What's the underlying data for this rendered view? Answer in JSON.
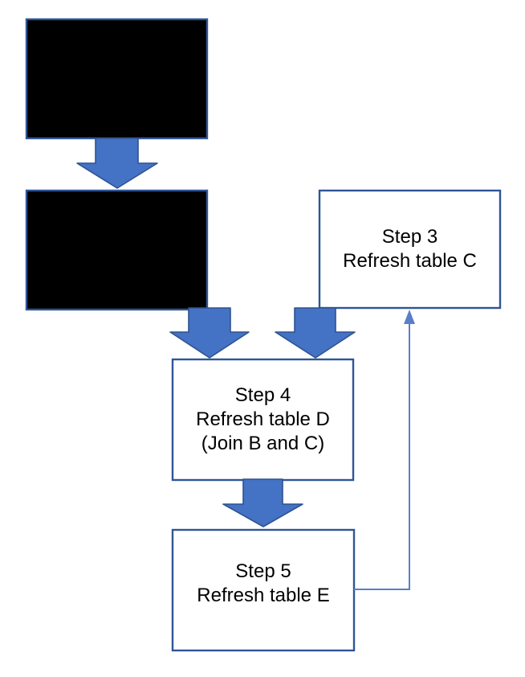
{
  "diagram": {
    "type": "flowchart",
    "boxes": {
      "redacted1": {
        "label": ""
      },
      "redacted2": {
        "label": ""
      },
      "step3": {
        "line1": "Step 3",
        "line2": "Refresh table C"
      },
      "step4": {
        "line1": "Step 4",
        "line2": "Refresh table D",
        "line3": "(Join B and C)"
      },
      "step5": {
        "line1": "Step 5",
        "line2": "Refresh table E"
      }
    },
    "connections": [
      "redacted1 -> redacted2 (block arrow down)",
      "redacted2 -> step4 (block arrow down)",
      "step3 -> step4 (block arrow down)",
      "step4 -> step5 (block arrow down)",
      "step5 -> step3 (thin elbow arrow up)"
    ]
  },
  "colors": {
    "arrow_fill": "#4472C4",
    "arrow_stroke": "#2F528F",
    "box_border": "#2F5597",
    "black_box_fill": "#000000",
    "connector": "#5B7EC8",
    "text": "#000000",
    "background": "#FFFFFF"
  }
}
